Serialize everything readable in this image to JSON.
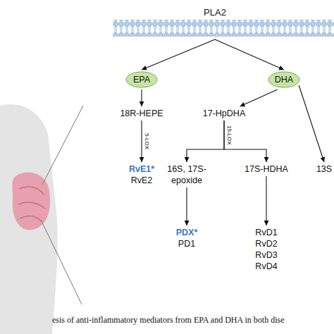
{
  "diagram": {
    "caption": "esis of anti-inflammatory mediators from EPA and DHA in both dise",
    "nodes": [
      {
        "text": [
          "PLA2"
        ]
      },
      {
        "text": [
          "EPA"
        ]
      },
      {
        "text": [
          "DHA"
        ]
      },
      {
        "text": [
          "18R-HEPE"
        ]
      },
      {
        "text": [
          "RvE1*",
          "RvE2"
        ]
      },
      {
        "text": [
          "17-HpDHA"
        ]
      },
      {
        "text": [
          "16S, 17S-epoxide"
        ]
      },
      {
        "text": [
          "17S-HDHA"
        ]
      },
      {
        "text": [
          "PDX*",
          "PD1"
        ]
      },
      {
        "text": [
          "RvD1",
          "RvD2",
          "RvD3",
          "RvD4"
        ]
      },
      {
        "text": [
          "13S"
        ]
      }
    ],
    "edges": [
      {
        "from": 0,
        "to": 1,
        "arrow": "to"
      },
      {
        "from": 0,
        "to": 2,
        "arrow": "to"
      },
      {
        "from": 2,
        "to": 10,
        "arrow": "to"
      },
      {
        "from": 1,
        "to": 3,
        "arrow": "to"
      },
      {
        "from": 3,
        "to": 4,
        "label": "5-LOX",
        "arrow": "to"
      },
      {
        "from": 2,
        "to": 5,
        "arrow": "to"
      },
      {
        "from": 5,
        "to": 6,
        "label": "15-LOX",
        "arrow": "to"
      },
      {
        "from": 5,
        "to": 7,
        "arrow": "to"
      },
      {
        "from": 6,
        "to": 8,
        "arrow": "to"
      },
      {
        "from": 7,
        "to": 9,
        "arrow": "to"
      }
    ]
  }
}
